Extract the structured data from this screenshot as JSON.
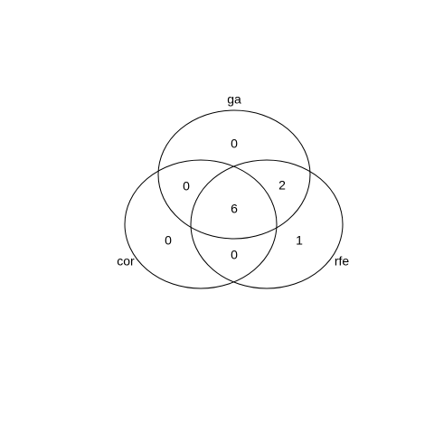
{
  "diagram": {
    "type": "venn-3",
    "stroke_color": "#000000",
    "background_color": "#ffffff",
    "sets": {
      "ga": {
        "label": "ga"
      },
      "cor": {
        "label": "cor"
      },
      "rfe": {
        "label": "rfe"
      }
    },
    "regions": {
      "ga_only": "0",
      "cor_only": "0",
      "rfe_only": "1",
      "ga_cor": "0",
      "ga_rfe": "2",
      "cor_rfe": "0",
      "all_three": "6"
    }
  }
}
